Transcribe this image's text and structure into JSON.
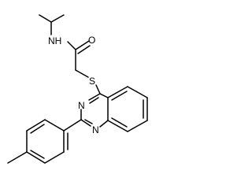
{
  "structure": {
    "labels": {
      "nh": "NH",
      "o": "O",
      "s": "S",
      "n_top": "N",
      "n_bottom": "N"
    },
    "colors": {
      "background": "#ffffff",
      "bond": "#000000",
      "label": "#000000"
    }
  }
}
